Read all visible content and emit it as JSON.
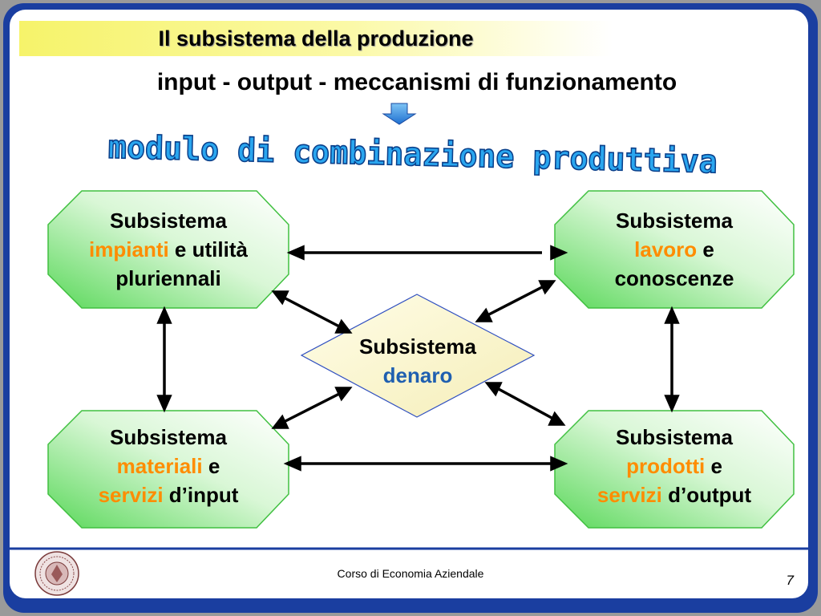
{
  "slide": {
    "title": "Il subsistema della produzione",
    "subtitle": "input - output - meccanismi di funzionamento",
    "wordart": "modulo di combinazione produttiva",
    "footer": "Corso di Economia Aziendale",
    "page_number": "7"
  },
  "nodes": {
    "impianti": {
      "line1": "Subsistema",
      "highlight": "impianti",
      "rest": " e utilità",
      "line3": "pluriennali"
    },
    "lavoro": {
      "line1": "Subsistema",
      "highlight": "lavoro",
      "rest": " e",
      "line3": "conoscenze"
    },
    "denaro": {
      "line1": "Subsistema",
      "highlight": "denaro"
    },
    "materiali": {
      "line1": "Subsistema",
      "highlight": "materiali",
      "rest": " e",
      "highlight2": "servizi",
      "rest2": " d’input"
    },
    "prodotti": {
      "line1": "Subsistema",
      "highlight": "prodotti",
      "rest": " e",
      "highlight2": "servizi",
      "rest2": " d’output"
    }
  },
  "colors": {
    "frame": "#1a3ea0",
    "title_bar": "#f6f36a",
    "node_green": "#7ce07a",
    "diamond_fill": "#fbf6c8",
    "diamond_border": "#3050c0",
    "highlight_orange": "#ff8c00",
    "highlight_blue": "#1f5fb0",
    "wordart_fill": "#2aa6ef"
  },
  "icons": {
    "logo": "university-seal-icon",
    "arrow": "down-arrow-icon"
  }
}
